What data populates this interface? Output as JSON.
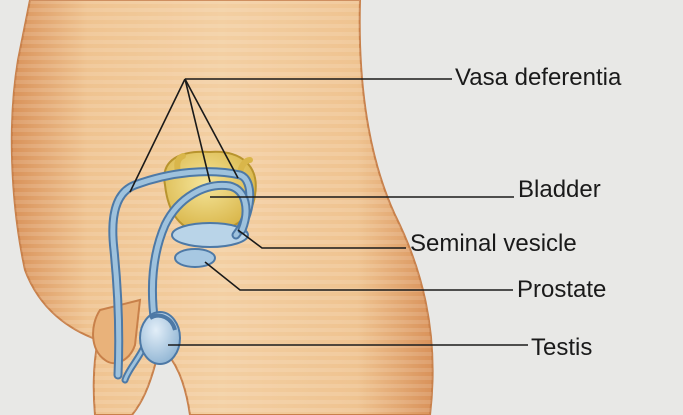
{
  "labels": {
    "vasa_deferentia": "Vasa deferentia",
    "bladder": "Bladder",
    "seminal_vesicle": "Seminal vesicle",
    "prostate": "Prostate",
    "testis": "Testis"
  },
  "colors": {
    "background": "#e8e8e6",
    "skin": "#eec08b",
    "skin_shadow": "#d9925a",
    "duct_blue": "#9ec2dd",
    "duct_outline": "#4d79a6",
    "bladder_yellow": "#e8cf62",
    "leader_line": "#1a1a1a"
  }
}
